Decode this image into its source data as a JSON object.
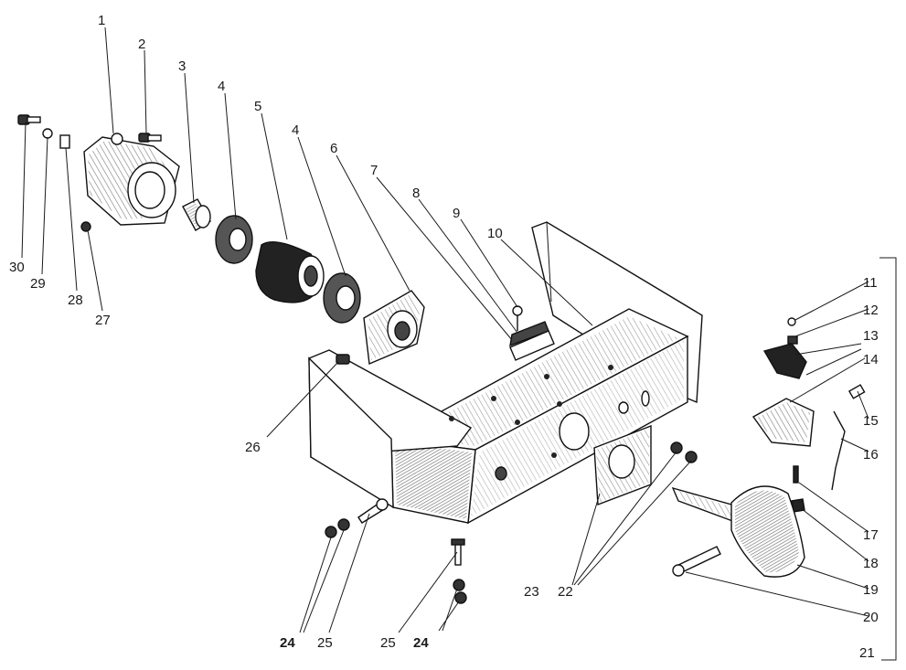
{
  "diagram": {
    "callouts": {
      "c1": "1",
      "c2": "2",
      "c3": "3",
      "c4a": "4",
      "c5": "5",
      "c4b": "4",
      "c6": "6",
      "c7": "7",
      "c8": "8",
      "c9": "9",
      "c10": "10",
      "c11": "11",
      "c12": "12",
      "c13": "13",
      "c14": "14",
      "c15": "15",
      "c16": "16",
      "c17": "17",
      "c18": "18",
      "c19": "19",
      "c20": "20",
      "c21": "21",
      "c22": "22",
      "c23": "23",
      "c24a": "24",
      "c24b": "24",
      "c25a": "25",
      "c25b": "25",
      "c26": "26",
      "c27": "27",
      "c28": "28",
      "c29": "29",
      "c30": "30"
    }
  }
}
